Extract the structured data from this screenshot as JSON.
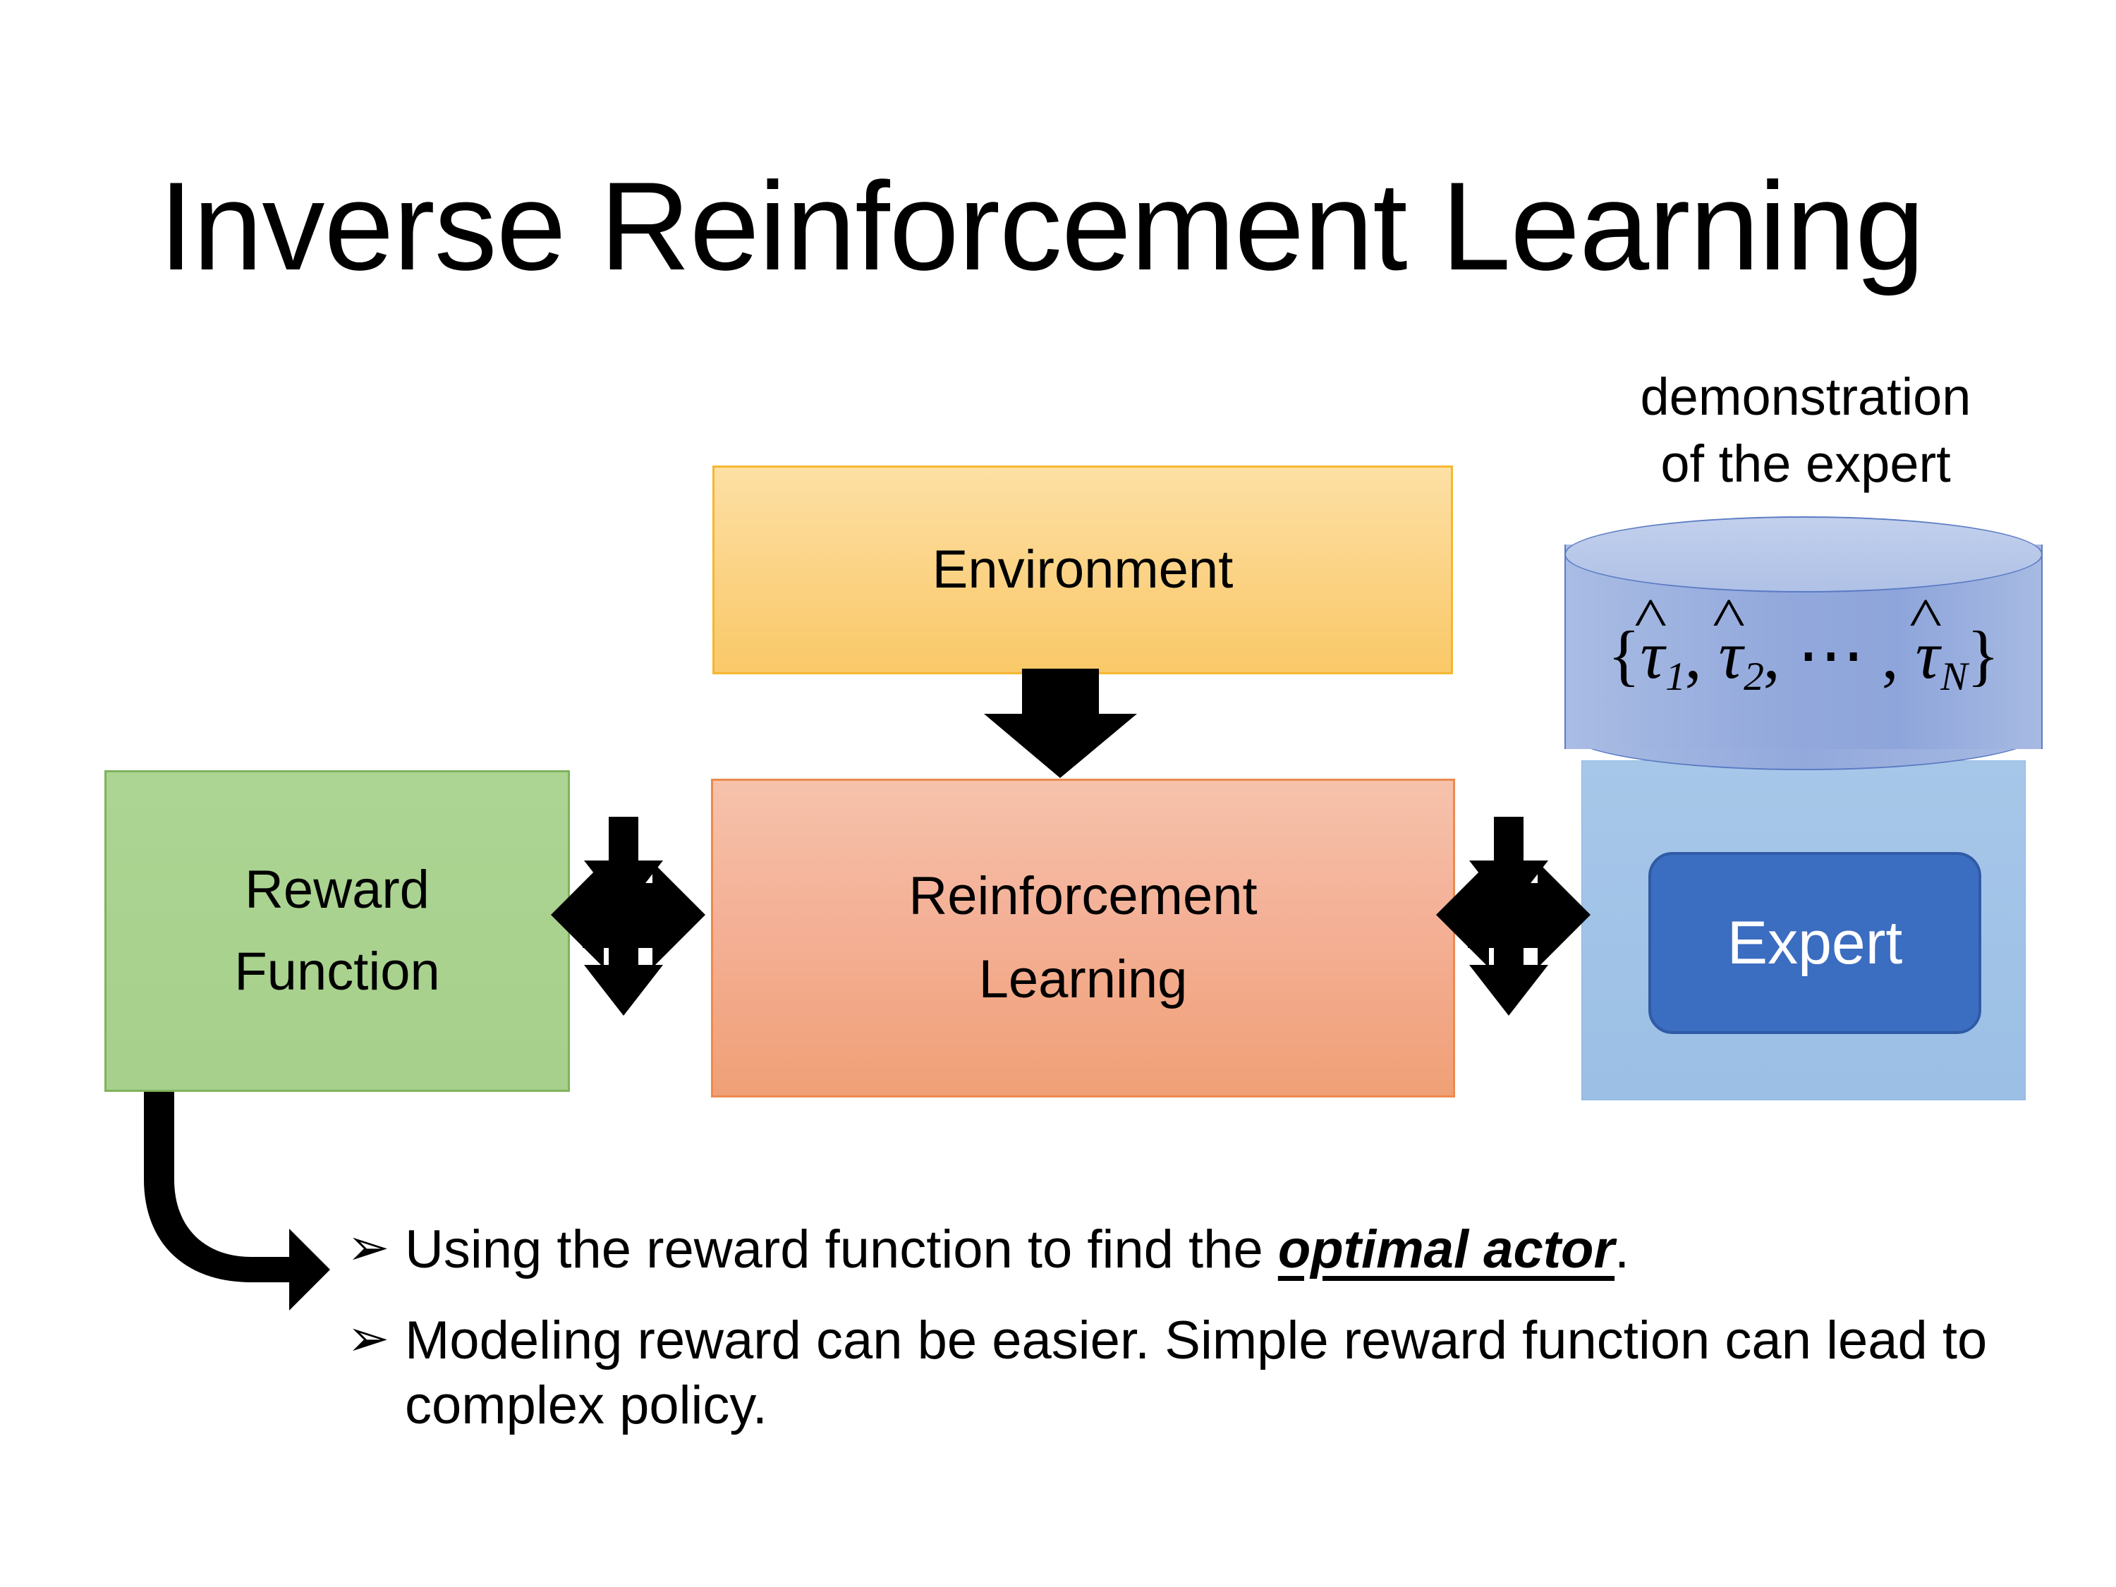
{
  "slide": {
    "title": "Inverse Reinforcement Learning",
    "background_color": "#FFFFFF"
  },
  "diagram": {
    "environment_box": {
      "label": "Environment",
      "fill_color": "#FBD283",
      "border_color": "#F5B731"
    },
    "reinforcement_learning_box": {
      "label_line1": "Reinforcement",
      "label_line2": "Learning",
      "fill_color": "#F4B096",
      "border_color": "#ED8A4E"
    },
    "reward_function_box": {
      "label_line1": "Reward",
      "label_line2": "Function",
      "fill_color": "#A9D18E",
      "border_color": "#7FB35C"
    },
    "expert_group": {
      "caption_line1": "demonstration",
      "caption_line2": "of the expert",
      "cylinder_formula_open": "{",
      "cylinder_formula_tau": "τ",
      "cylinder_formula_sub1": "1",
      "cylinder_formula_sep1": ", ",
      "cylinder_formula_sub2": "2",
      "cylinder_formula_ellipsis": ", ⋯ , ",
      "cylinder_formula_subN": "N",
      "cylinder_formula_close": "}",
      "cylinder_fill_color": "#93A9DC",
      "cylinder_border_color": "#5B7BC4",
      "backdrop_fill_color": "#9BBFE5",
      "expert_chip_label": "Expert",
      "expert_chip_fill_color": "#3B6DC0",
      "expert_chip_text_color": "#FFFFFF"
    },
    "connectors": {
      "env_to_rl": "down-arrow",
      "reward_to_rl": "four-way-arrow",
      "rl_to_expert": "four-way-arrow",
      "reward_to_bullets": "elbow-arrow",
      "arrow_color": "#000000"
    }
  },
  "bullets": [
    {
      "marker": "➢",
      "text_before": "Using the reward function to find the ",
      "emphasis": "optimal actor",
      "text_after": "."
    },
    {
      "marker": "➢",
      "text_before": "Modeling reward can be easier. Simple reward function can lead to complex policy.",
      "emphasis": "",
      "text_after": ""
    }
  ]
}
